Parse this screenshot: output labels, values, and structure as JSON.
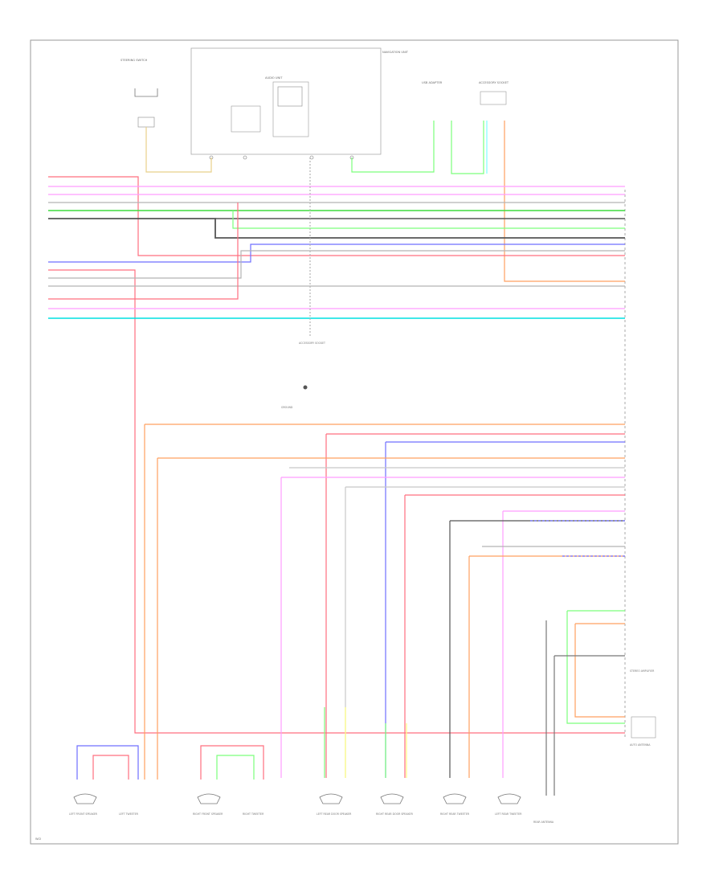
{
  "diagram": {
    "footer_code": "W.D"
  },
  "components": {
    "navigation_unit": "NAVIGATION\nUNIT",
    "steering_switch": "STEERING\nSWITCH",
    "usb_adapter": "USB\nADAPTER",
    "accessory_sw": "ACCESSORY\nSOCKET",
    "audio_unit": "AUDIO UNIT",
    "ground_point": "GROUND",
    "stereo_amplifier": "STEREO\nAMPLIFIER",
    "auto_antenna": "AUTO\nANTENNA",
    "left_front_tweeter": "LEFT TWEETER",
    "left_front_speaker": "LEFT FRONT\nSPEAKER",
    "right_front_speaker": "RIGHT FRONT\nSPEAKER",
    "right_tweeter": "RIGHT TWEETER",
    "left_rear_door": "LEFT REAR\nDOOR SPEAKER",
    "right_rear_door": "RIGHT REAR\nDOOR SPEAKER",
    "right_rear_tweeter": "RIGHT REAR\nTWEETER",
    "left_rear_tweeter": "LEFT REAR\nTWEETER",
    "rear_antenna": "REAR\nANTENNA"
  },
  "wire_colors": {
    "red": "#ff6f7f",
    "pink": "#ff9cff",
    "green": "#7cff7c",
    "dark_gray": "#555555",
    "gray": "#b5b5b5",
    "blue": "#6f6fff",
    "orange": "#ffa060",
    "cyan": "#7fffff",
    "yellow": "#ffff7f",
    "tan": "#e8d08a"
  }
}
